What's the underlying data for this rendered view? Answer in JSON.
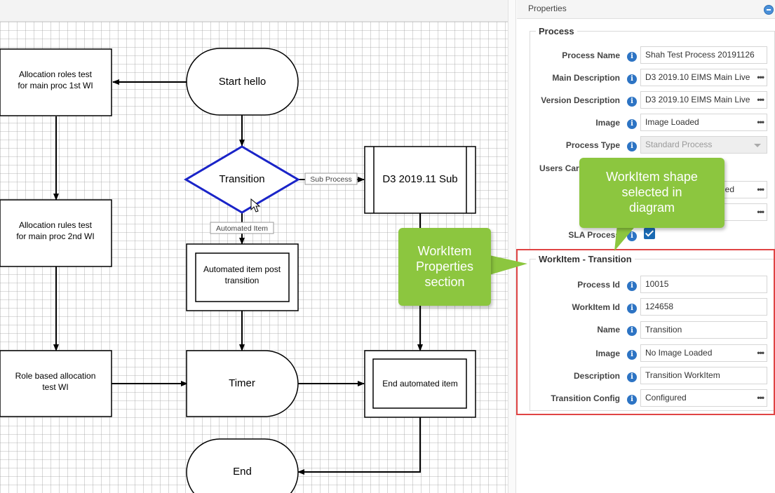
{
  "diagram": {
    "nodes": {
      "start": "Start hello",
      "alloc1": "Allocation roles test\nfor main proc 1st WI",
      "alloc2": "Allocation rules test\nfor main proc 2nd WI",
      "role": "Role based allocation\ntest WI",
      "transition": "Transition",
      "subprocess": "D3 2019.11 Sub",
      "automated_post": "Automated item post\ntransition",
      "timer": "Timer",
      "end_auto": "End automated item",
      "end": "End"
    },
    "edge_labels": {
      "sub_process": "Sub Process",
      "automated_item": "Automated Item"
    }
  },
  "properties": {
    "title": "Properties",
    "process": {
      "legend": "Process",
      "fields": [
        {
          "label": "Process Name",
          "value": "Shah Test Process 20191126"
        },
        {
          "label": "Main Description",
          "value": "D3 2019.10 EIMS Main Live"
        },
        {
          "label": "Version Description",
          "value": "D3 2019.10 EIMS Main Live"
        },
        {
          "label": "Image",
          "value": "Image Loaded"
        },
        {
          "label": "Process Type",
          "value": "Standard Process"
        }
      ],
      "users_label": "Users Car",
      "users_value": "ed",
      "sla_label": "SLA Process"
    },
    "workitem": {
      "legend": "WorkItem - Transition",
      "fields": [
        {
          "label": "Process Id",
          "value": "10015"
        },
        {
          "label": "WorkItem Id",
          "value": "124658"
        },
        {
          "label": "Name",
          "value": "Transition"
        },
        {
          "label": "Image",
          "value": "No Image Loaded"
        },
        {
          "label": "Description",
          "value": "Transition WorkItem"
        },
        {
          "label": "Transition Config",
          "value": "Configured"
        }
      ]
    },
    "more_glyph": "•••",
    "info_glyph": "i"
  },
  "callouts": {
    "shape": [
      "WorkItem shape",
      "selected in",
      "diagram"
    ],
    "section": [
      "WorkItem",
      "Properties",
      "section"
    ]
  },
  "colors": {
    "selected_outline": "#1a24c8",
    "callout": "#8cc63f",
    "highlight": "#e04444",
    "info": "#2d74c4"
  }
}
